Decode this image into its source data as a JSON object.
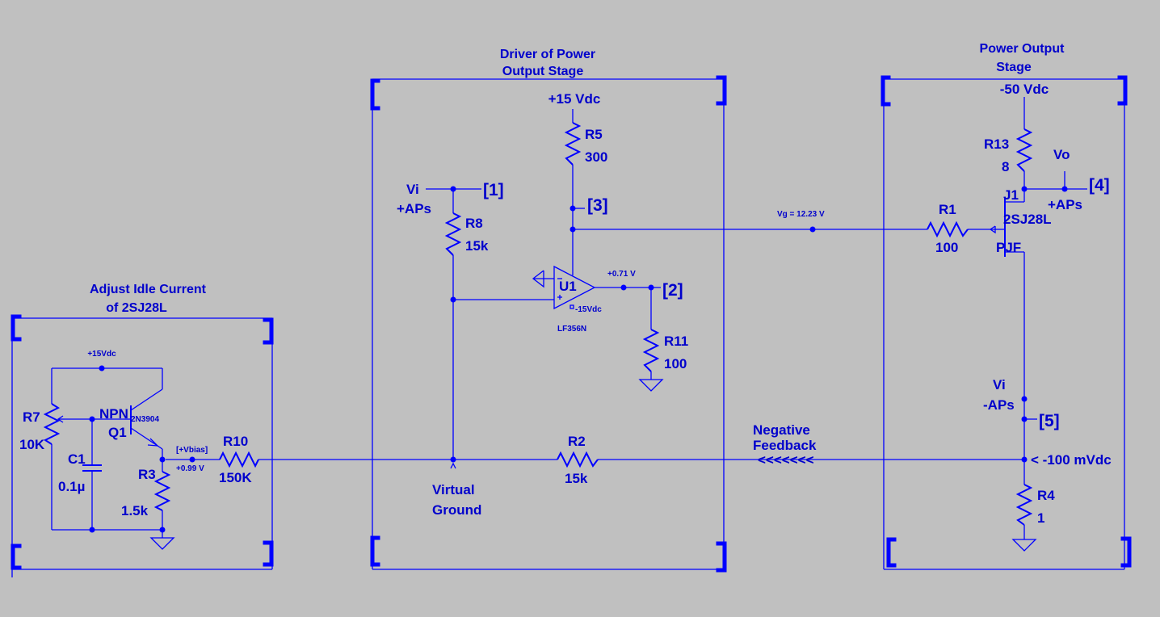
{
  "colors": {
    "background": "#c0c0c0",
    "wire": "#0000ff",
    "text": "#0000cc"
  },
  "sections": {
    "idle": {
      "title_line1": "Adjust Idle Current",
      "title_line2": "of 2SJ28L"
    },
    "driver": {
      "title_line1": "Driver of Power",
      "title_line2": "Output Stage"
    },
    "power": {
      "title_line1": "Power Output",
      "title_line2": "Stage"
    }
  },
  "supplies": {
    "plus15_driver": "+15 Vdc",
    "plus15_idle": "+15Vdc",
    "minus50": "-50 Vdc",
    "minus15_opamp": "-15Vdc"
  },
  "components": {
    "R1": {
      "name": "R1",
      "value": "100"
    },
    "R2": {
      "name": "R2",
      "value": "15k"
    },
    "R3": {
      "name": "R3",
      "value": "1.5k"
    },
    "R4": {
      "name": "R4",
      "value": "1"
    },
    "R5": {
      "name": "R5",
      "value": "300"
    },
    "R7": {
      "name": "R7",
      "value": "10K"
    },
    "R8": {
      "name": "R8",
      "value": "15k"
    },
    "R10": {
      "name": "R10",
      "value": "150K"
    },
    "R11": {
      "name": "R11",
      "value": "100"
    },
    "R13": {
      "name": "R13",
      "value": "8"
    },
    "C1": {
      "name": "C1",
      "value": "0.1µ"
    },
    "Q1": {
      "name": "Q1",
      "type": "NPN",
      "part": "2N3904"
    },
    "U1": {
      "name": "U1",
      "part": "LF356N"
    },
    "J1": {
      "name": "J1",
      "part": "2SJ28L",
      "type": "PJF"
    }
  },
  "nodes": {
    "vi_in": "Vi",
    "aps_plus": "+APs",
    "vo": "Vo",
    "vo_aps": "+APs",
    "vi_neg": "Vi",
    "aps_neg": "-APs",
    "vg": "Vg = 12.23 V",
    "opamp_out": "+0.71 V",
    "vbias": "[+Vbias]",
    "vbias_val": "+0.99 V",
    "feedback_v": "< -100 mVdc",
    "feedback_title1": "Negative",
    "feedback_title2": "Feedback",
    "feedback_arrows": "<<<<<<<",
    "virtual_ground1": "Virtual",
    "virtual_ground2": "Ground"
  },
  "probes": [
    "[1]",
    "[2]",
    "[3]",
    "[4]",
    "[5]"
  ]
}
